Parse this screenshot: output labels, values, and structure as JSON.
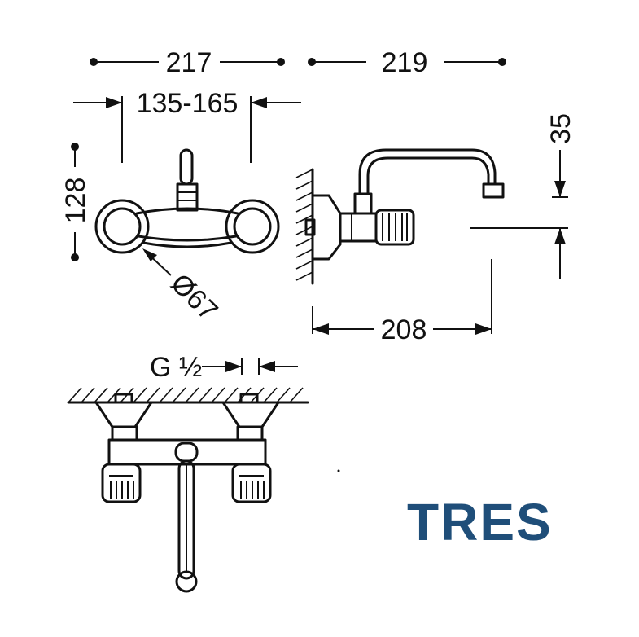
{
  "dimensions": {
    "top_left_width": "217",
    "top_right_width": "219",
    "center_distance": "135-165",
    "height": "128",
    "diameter": "Ø67",
    "spout_rise": "35",
    "spout_reach": "208",
    "thread": "G ½"
  },
  "logo": {
    "text": "TRES",
    "color": "#1f4e79"
  },
  "colors": {
    "line": "#111111"
  }
}
